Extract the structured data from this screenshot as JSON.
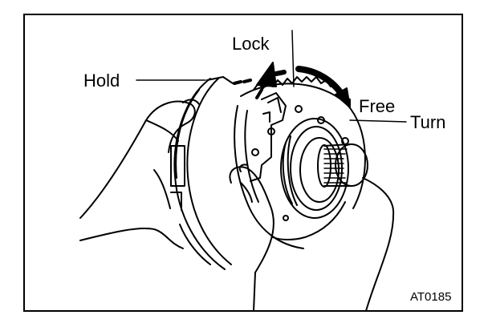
{
  "labels": {
    "lock": "Lock",
    "hold": "Hold",
    "free": "Free",
    "turn": "Turn"
  },
  "figure_code": "AT0185",
  "colors": {
    "ink": "#000000",
    "paper": "#ffffff"
  }
}
